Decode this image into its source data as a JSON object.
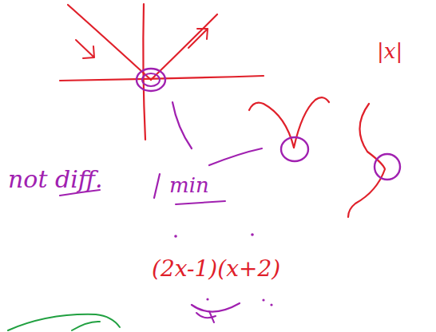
{
  "diagram": {
    "labels": [
      "|x|",
      "not diff.",
      "min",
      "(2x-1)(x+2)"
    ]
  }
}
